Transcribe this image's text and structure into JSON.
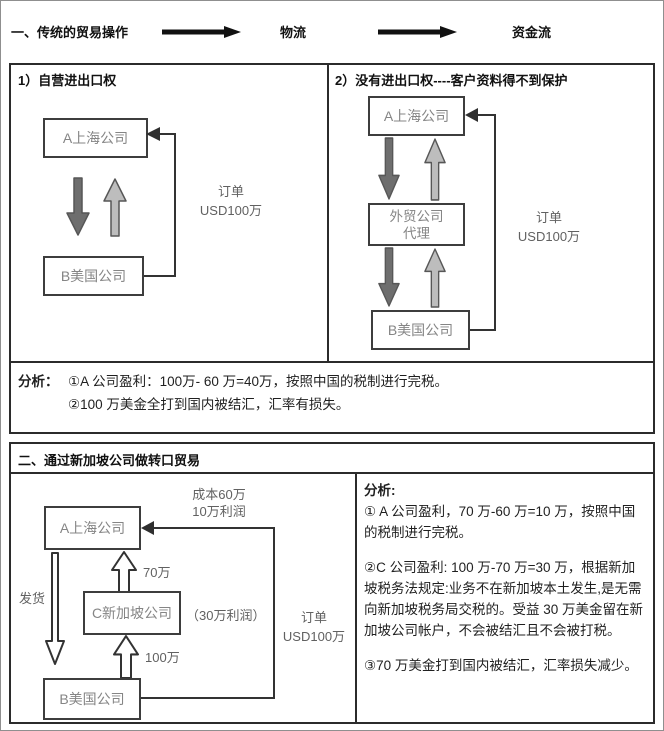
{
  "header": {
    "title": "一、传统的贸易操作",
    "logistics_label": "物流",
    "capital_label": "资金流"
  },
  "section1": {
    "left": {
      "title": "1）自营进出口权",
      "company_a": "A上海公司",
      "company_b": "B美国公司",
      "order_line1": "订单",
      "order_line2": "USD100万"
    },
    "right": {
      "title": "2）没有进出口权----客户资料得不到保护",
      "company_a": "A上海公司",
      "agent_line1": "外贸公司",
      "agent_line2": "代理",
      "company_b": "B美国公司",
      "order_line1": "订单",
      "order_line2": "USD100万"
    },
    "analysis": {
      "label": "分析：",
      "point1": "①A 公司盈利：100万- 60 万=40万，按照中国的税制进行完税。",
      "point2": "②100 万美金全打到国内被结汇，汇率有损失。"
    }
  },
  "section2": {
    "title": "二、通过新加坡公司做转口贸易",
    "diagram": {
      "cost_line1": "成本60万",
      "cost_line2": "10万利润",
      "company_a": "A上海公司",
      "shipping_label": "发货",
      "payment_70": "70万",
      "company_c": "C新加坡公司",
      "profit_note": "（30万利润）",
      "payment_100": "100万",
      "company_b": "B美国公司",
      "order_line1": "订单",
      "order_line2": "USD100万"
    },
    "analysis": {
      "label": "分析:",
      "point1": "①  A 公司盈利，70 万-60 万=10 万，按照中国的税制进行完税。",
      "point2": "②C 公司盈利: 100 万-70 万=30 万，根据新加坡税务法规定:业务不在新加坡本土发生,是无需向新加坡税务局交税的。受益 30 万美金留在新加坡公司帐户，不会被结汇且不会被打税。",
      "point3": "③70 万美金打到国内被结汇，汇率损失减少。"
    }
  },
  "colors": {
    "table_border": "#2b2b2b",
    "box_border": "#3d3d3d",
    "box_text": "#858585",
    "annotation_text": "#616161",
    "arrow_down_fill": "#6e6e6e",
    "arrow_up_fill": "#bdbdbd",
    "arrow_outline_fill": "#ffffff",
    "header_arrow": "#111111"
  }
}
